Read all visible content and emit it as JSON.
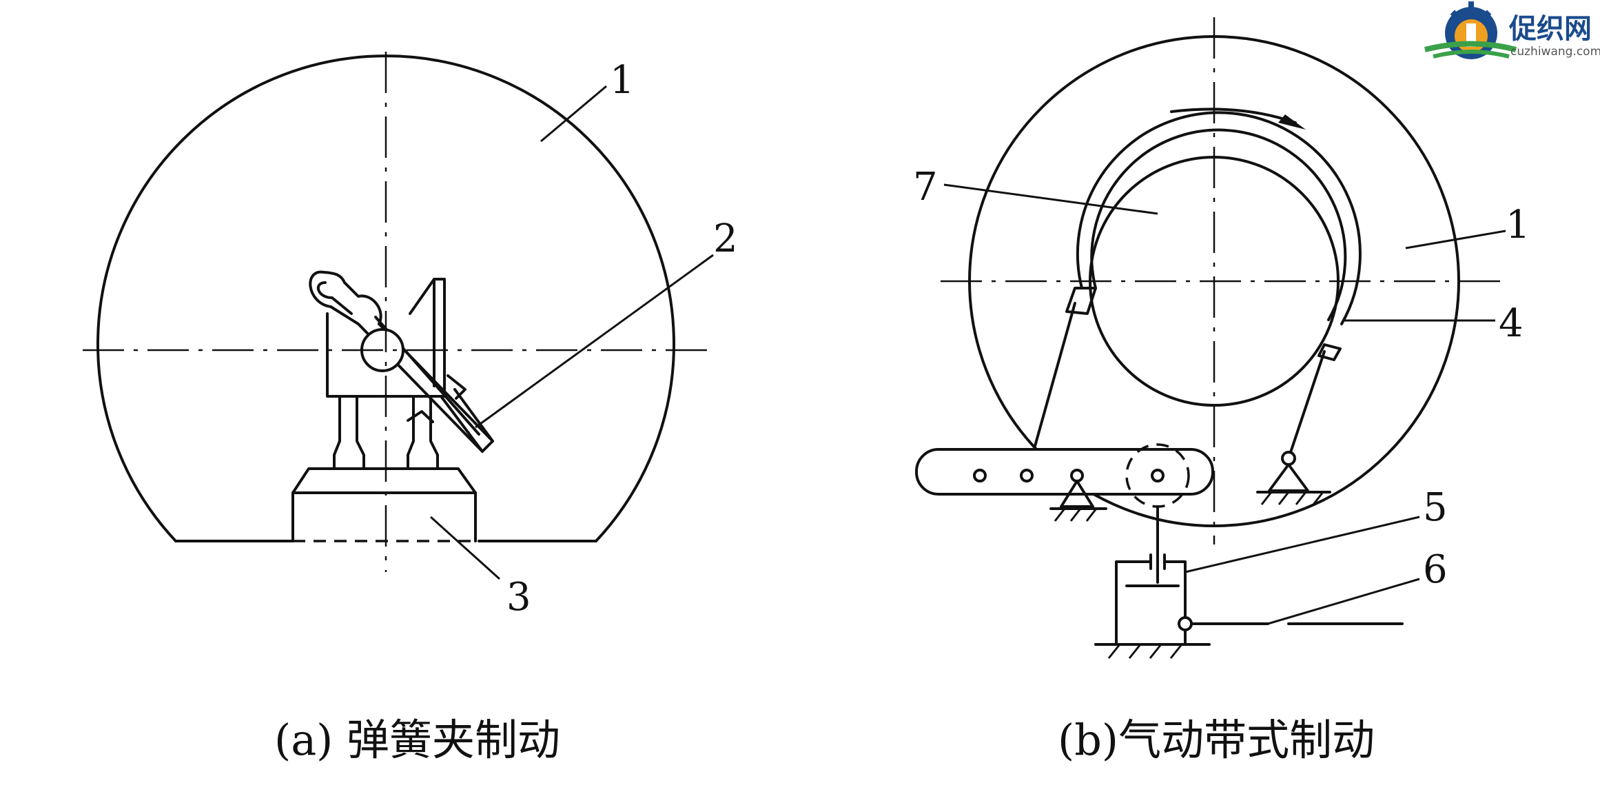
{
  "figure_a": {
    "caption": "(a) 弹簧夹制动",
    "labels": [
      "1",
      "2",
      "3"
    ]
  },
  "figure_b": {
    "caption": "(b)气动带式制动",
    "labels": [
      "7",
      "1",
      "4",
      "5",
      "6"
    ]
  },
  "logo": {
    "name_cn": "促织网",
    "domain": "cuzhiwang.com",
    "colors": {
      "blue": "#1a4b8c",
      "green": "#3aa14a",
      "orange": "#f0a020"
    }
  }
}
